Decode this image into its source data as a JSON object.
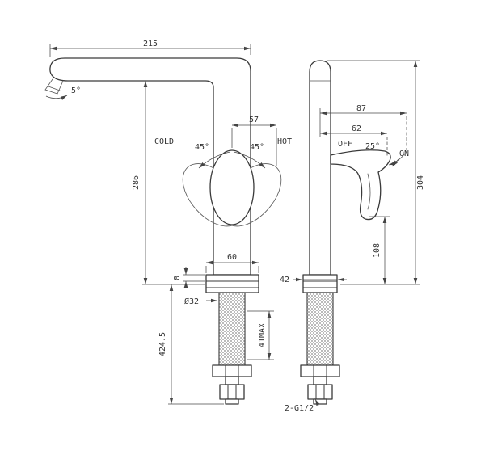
{
  "front_view": {
    "dim_spout_reach": "215",
    "dim_spout_angle": "5°",
    "label_cold": "COLD",
    "label_hot": "HOT",
    "dim_handle_span": "57",
    "dim_swing_left": "45°",
    "dim_swing_right": "45°",
    "dim_spout_height": "286",
    "dim_base_width": "60",
    "dim_base_plate": "8",
    "dim_shank_dia": "Ø32",
    "dim_mount_thickness": "41MAX",
    "dim_under_length": "424.5"
  },
  "side_view": {
    "dim_reach_full": "87",
    "dim_reach_body": "62",
    "label_off": "OFF",
    "dim_swing": "25°",
    "label_on": "ON",
    "dim_handle_height": "108",
    "dim_total_height": "304",
    "dim_base_depth": "42",
    "label_thread": "2-G1/2"
  }
}
